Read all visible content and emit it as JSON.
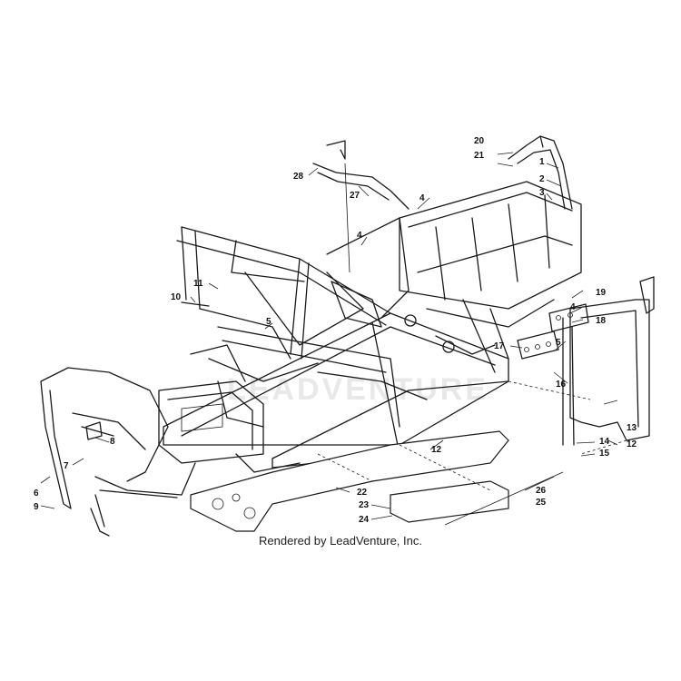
{
  "caption": "Rendered by LeadVenture, Inc.",
  "watermark": "LEADVENTURE",
  "callouts": [
    "1",
    "2",
    "3",
    "4",
    "4",
    "4",
    "5",
    "5",
    "6",
    "7",
    "8",
    "9",
    "10",
    "11",
    "12",
    "12",
    "13",
    "14",
    "15",
    "16",
    "17",
    "18",
    "19",
    "20",
    "21",
    "22",
    "23",
    "24",
    "25",
    "26",
    "27",
    "28"
  ]
}
